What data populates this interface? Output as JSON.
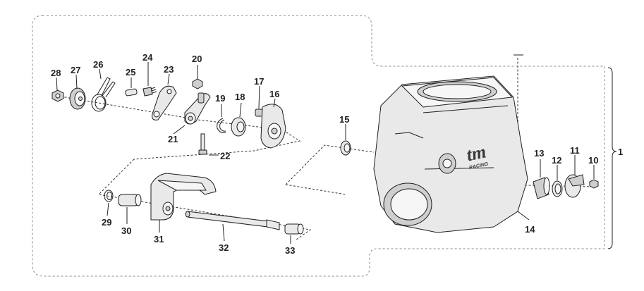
{
  "callouts": [
    {
      "id": "1",
      "text": "1"
    },
    {
      "id": "10",
      "text": "10"
    },
    {
      "id": "11",
      "text": "11"
    },
    {
      "id": "12",
      "text": "12"
    },
    {
      "id": "13",
      "text": "13"
    },
    {
      "id": "14",
      "text": "14"
    },
    {
      "id": "15",
      "text": "15"
    },
    {
      "id": "16",
      "text": "16"
    },
    {
      "id": "17",
      "text": "17"
    },
    {
      "id": "18",
      "text": "18"
    },
    {
      "id": "19",
      "text": "19"
    },
    {
      "id": "20",
      "text": "20"
    },
    {
      "id": "21",
      "text": "21"
    },
    {
      "id": "22",
      "text": "22"
    },
    {
      "id": "23",
      "text": "23"
    },
    {
      "id": "24",
      "text": "24"
    },
    {
      "id": "25",
      "text": "25"
    },
    {
      "id": "26",
      "text": "26"
    },
    {
      "id": "27",
      "text": "27"
    },
    {
      "id": "28",
      "text": "28"
    },
    {
      "id": "29",
      "text": "29"
    },
    {
      "id": "30",
      "text": "30"
    },
    {
      "id": "31",
      "text": "31"
    },
    {
      "id": "32",
      "text": "32"
    },
    {
      "id": "33",
      "text": "33"
    }
  ],
  "logo": {
    "mark": "tm",
    "subtext": "RACING"
  },
  "colors": {
    "ink": "#1f1f1f",
    "frame": "#8a8a8a",
    "part_fill": "#e9e9e9",
    "background": "#ffffff"
  }
}
